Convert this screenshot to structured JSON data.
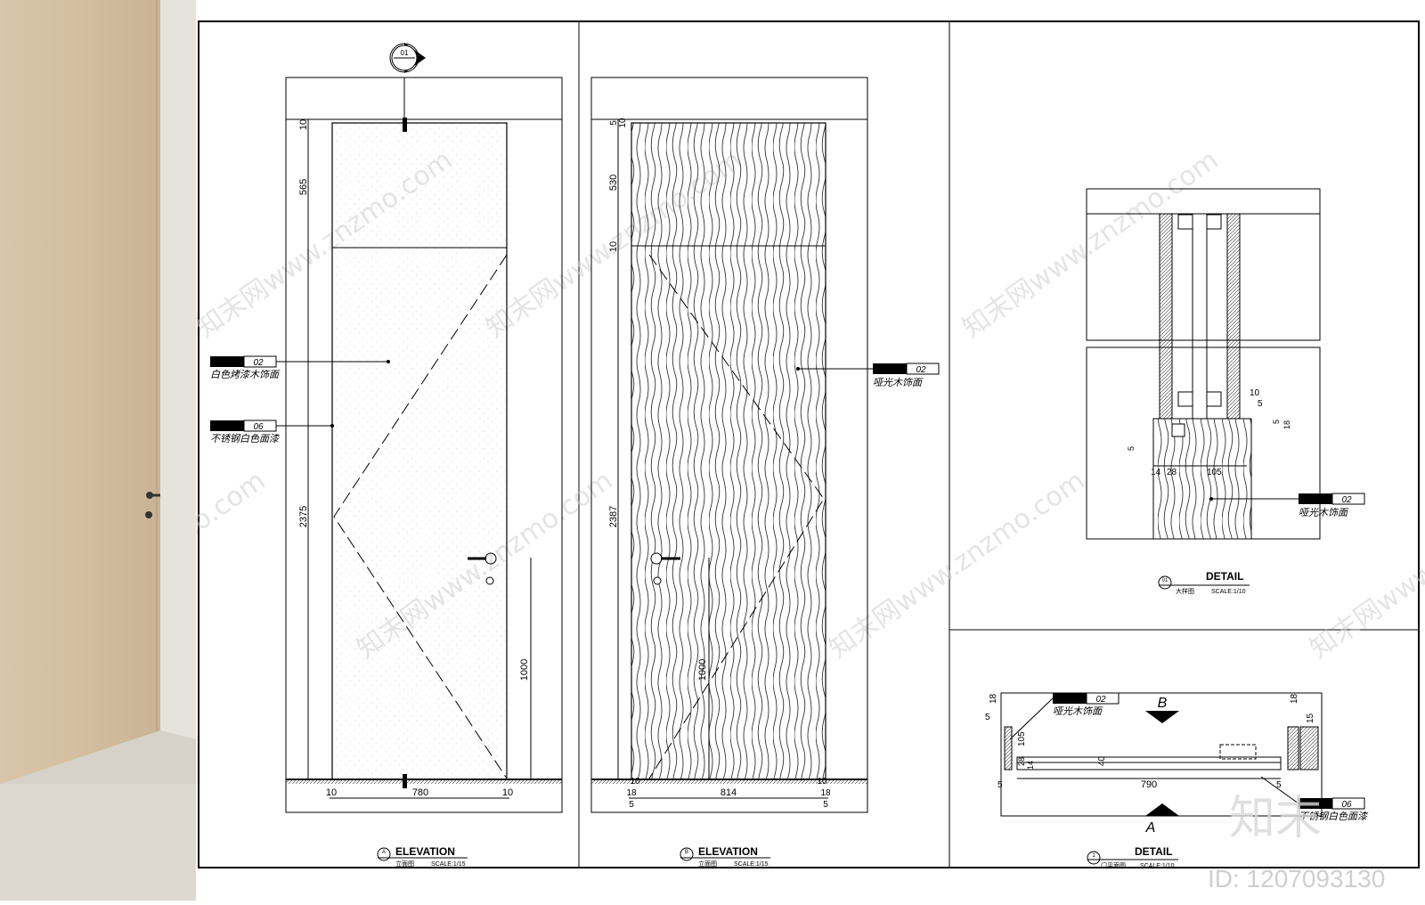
{
  "photo": {
    "description_icon": "door-photo"
  },
  "watermark": {
    "text": "知末网www.znzmo.com",
    "logo": "知末",
    "id_label": "ID: 1207093130"
  },
  "elevation_a": {
    "marker": "01",
    "dims_v": [
      "10",
      "565",
      "2375",
      "1000"
    ],
    "dims_h": [
      "10",
      "780",
      "10"
    ],
    "tag1": {
      "code": "02",
      "label": "白色烤漆木饰面"
    },
    "tag2": {
      "code": "06",
      "label": "不锈钢白色面漆"
    },
    "title": "ELEVATION",
    "letter": "A",
    "sub": "立面图",
    "scale": "SCALE:1/15"
  },
  "elevation_b": {
    "dims_v": [
      "5",
      "10",
      "530",
      "10",
      "2387",
      "1000"
    ],
    "dims_h": [
      "10",
      "814",
      "10"
    ],
    "dims_small": [
      "5",
      "5",
      "18",
      "18"
    ],
    "tag1": {
      "code": "02",
      "label": "哑光木饰面"
    },
    "title": "ELEVATION",
    "letter": "B",
    "sub": "立面图",
    "scale": "SCALE:1/15"
  },
  "detail_01": {
    "dims": [
      "10",
      "5",
      "5",
      "18",
      "5",
      "14",
      "28",
      "105"
    ],
    "tag1": {
      "code": "02",
      "label": "哑光木饰面"
    },
    "title": "DETAIL",
    "number": "01",
    "sub": "大样图",
    "scale": "SCALE:1/10"
  },
  "detail_1": {
    "dims": [
      "18",
      "5",
      "105",
      "28",
      "14",
      "40",
      "790",
      "5",
      "5",
      "18",
      "15"
    ],
    "tag1": {
      "code": "02",
      "label": "哑光木饰面"
    },
    "tag2": {
      "code": "06",
      "label": "不锈钢白色面漆"
    },
    "letter_b": "B",
    "letter_a": "A",
    "title": "DETAIL",
    "number": "1",
    "sub": "门平面图",
    "scale": "SCALE:1/10"
  }
}
